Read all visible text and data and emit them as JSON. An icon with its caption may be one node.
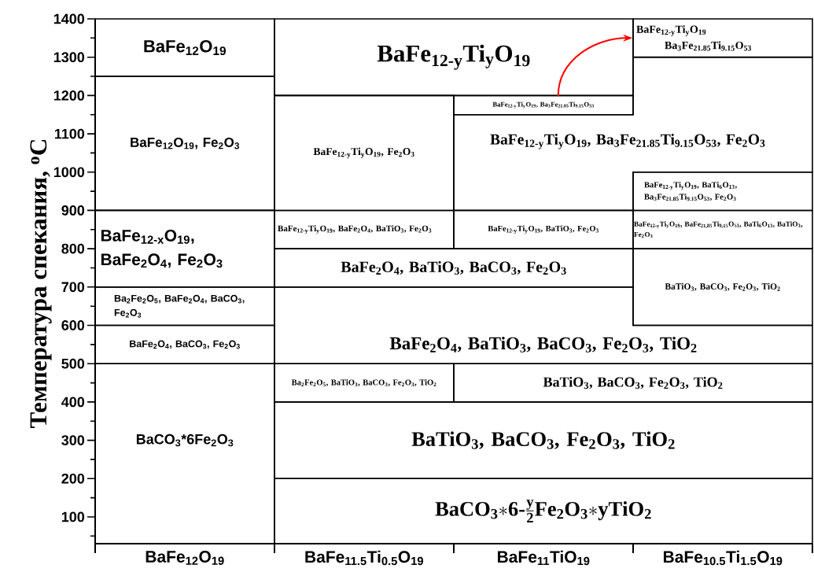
{
  "diagram": {
    "nodes": [
      {
        "text": [
          "BaFe$_{12}$O$_{19}$"
        ]
      },
      {
        "text": [
          "BaFe$_{12}$O$_{19}$, Fe$_{2}$O$_{3}$"
        ]
      },
      {
        "text": [
          "BaFe$_{12-x}$O$_{19}$, BaFe$_{2}$O$_{4}$, Fe$_{2}$O$_{3}$"
        ]
      },
      {
        "text": [
          "Ba$_{2}$Fe$_{2}$O$_{5}$, BaFe$_{2}$O$_{4}$, BaCO$_{3}$, Fe$_{2}$O$_{3}$"
        ]
      },
      {
        "text": [
          "BaFe$_{2}$O$_{4}$, BaCO$_{3}$, Fe$_{2}$O$_{3}$"
        ]
      },
      {
        "text": [
          "BaCO$_{3}$*6Fe$_{2}$O$_{3}$"
        ]
      },
      {
        "text": [
          "BaFe$_{12-y}$Ti$_{y}$O$_{19}$"
        ]
      },
      {
        "text": [
          "BaFe$_{12-y}$Ti$_{y}$O$_{19}$",
          "Ba$_{3}$Fe$_{21.85}$Ti$_{9.15}$O$_{53}$"
        ]
      },
      {
        "text": [
          "BaFe$_{12-y}$Ti$_{y}$O$_{19}$, Fe$_{2}$O$_{3}$"
        ]
      },
      {
        "text": [
          "BaFe$_{12-y}$Ti$_{y}$O$_{19}$, Ba$_{3}$Fe$_{21.85}$Ti$_{9.15}$O$_{53}$"
        ]
      },
      {
        "text": [
          "BaFe$_{12-y}$Ti$_{y}$O$_{19}$, Ba$_{3}$Fe$_{21.85}$Ti$_{9.15}$O$_{53}$, Fe$_{2}$O$_{3}$"
        ]
      },
      {
        "text": [
          "BaFe$_{12-y}$Ti$_{y}$O$_{19}$, BaTi$_{6}$O$_{13}$, Ba$_{3}$Fe$_{21.85}$Ti$_{9.15}$O$_{53}$, Fe$_{2}$O$_{3}$"
        ]
      },
      {
        "text": [
          "BaFe$_{12-y}$Ti$_{y}$O$_{19}$, BaFe$_{2}$O$_{4}$, BaTiO$_{3}$, Fe$_{2}$O$_{3}$"
        ]
      },
      {
        "text": [
          "BaFe$_{12-y}$Ti$_{y}$O$_{19}$, BaTiO$_{3}$, Fe$_{2}$O$_{3}$"
        ]
      },
      {
        "text": [
          "BaFe$_{12-y}$Ti$_{y}$O$_{19}$, BaFe$_{21,85}$Ti$_{9,15}$O$_{53}$, BaTi$_{6}$O$_{13}$, BaTiO$_{3}$, Fe$_{2}$O$_{3}$"
        ]
      },
      {
        "text": [
          "BaFe$_{2}$O$_{4}$, BaTiO$_{3}$, BaCO$_{3}$, Fe$_{2}$O$_{3}$"
        ]
      },
      {
        "text": [
          "BaTiO$_{3}$, BaCO$_{3}$, Fe$_{2}$O$_{3}$, TiO$_{2}$"
        ]
      },
      {
        "text": [
          "BaFe$_{2}$O$_{4}$, BaTiO$_{3}$, BaCO$_{3}$, Fe$_{2}$O$_{3}$, TiO$_{2}$"
        ]
      },
      {
        "text": [
          "Ba$_{2}$Fe$_{2}$O$_{5}$, BaTiO$_{3}$, BaCO$_{3}$, Fe$_{2}$O$_{3}$, TiO$_{2}$"
        ]
      },
      {
        "text": [
          "BaTiO$_{3}$, BaCO$_{3}$, Fe$_{2}$O$_{3}$, TiO$_{2}$"
        ]
      },
      {
        "text": [
          "BaTiO$_{3}$, BaCO$_{3}$, Fe$_{2}$O$_{3}$, TiO$_{2}$"
        ]
      },
      {
        "text": [
          "\\mathbf{BaCO_{3}{*}6\\text{-}\\frac{y}{2}Fe_{2}O_{3}{*}yTiO_{2}}"
        ]
      }
    ],
    "edges": [
      {
        "from": 6,
        "to": 7,
        "arrow": "to",
        "color": "#ff0000"
      }
    ],
    "labels": [
      "Температура спекания, $^{o}$C",
      "1400",
      "1300",
      "1200",
      "1100",
      "1000",
      "900",
      "800",
      "700",
      "600",
      "500",
      "400",
      "300",
      "200",
      "100",
      "BaFe$_{12}$O$_{19}$",
      "BaFe$_{11.5}$Ti$_{0.5}$O$_{19}$",
      "BaFe$_{11}$TiO$_{19}$",
      "BaFe$_{10.5}$Ti$_{1.5}$O$_{19}$"
    ]
  }
}
